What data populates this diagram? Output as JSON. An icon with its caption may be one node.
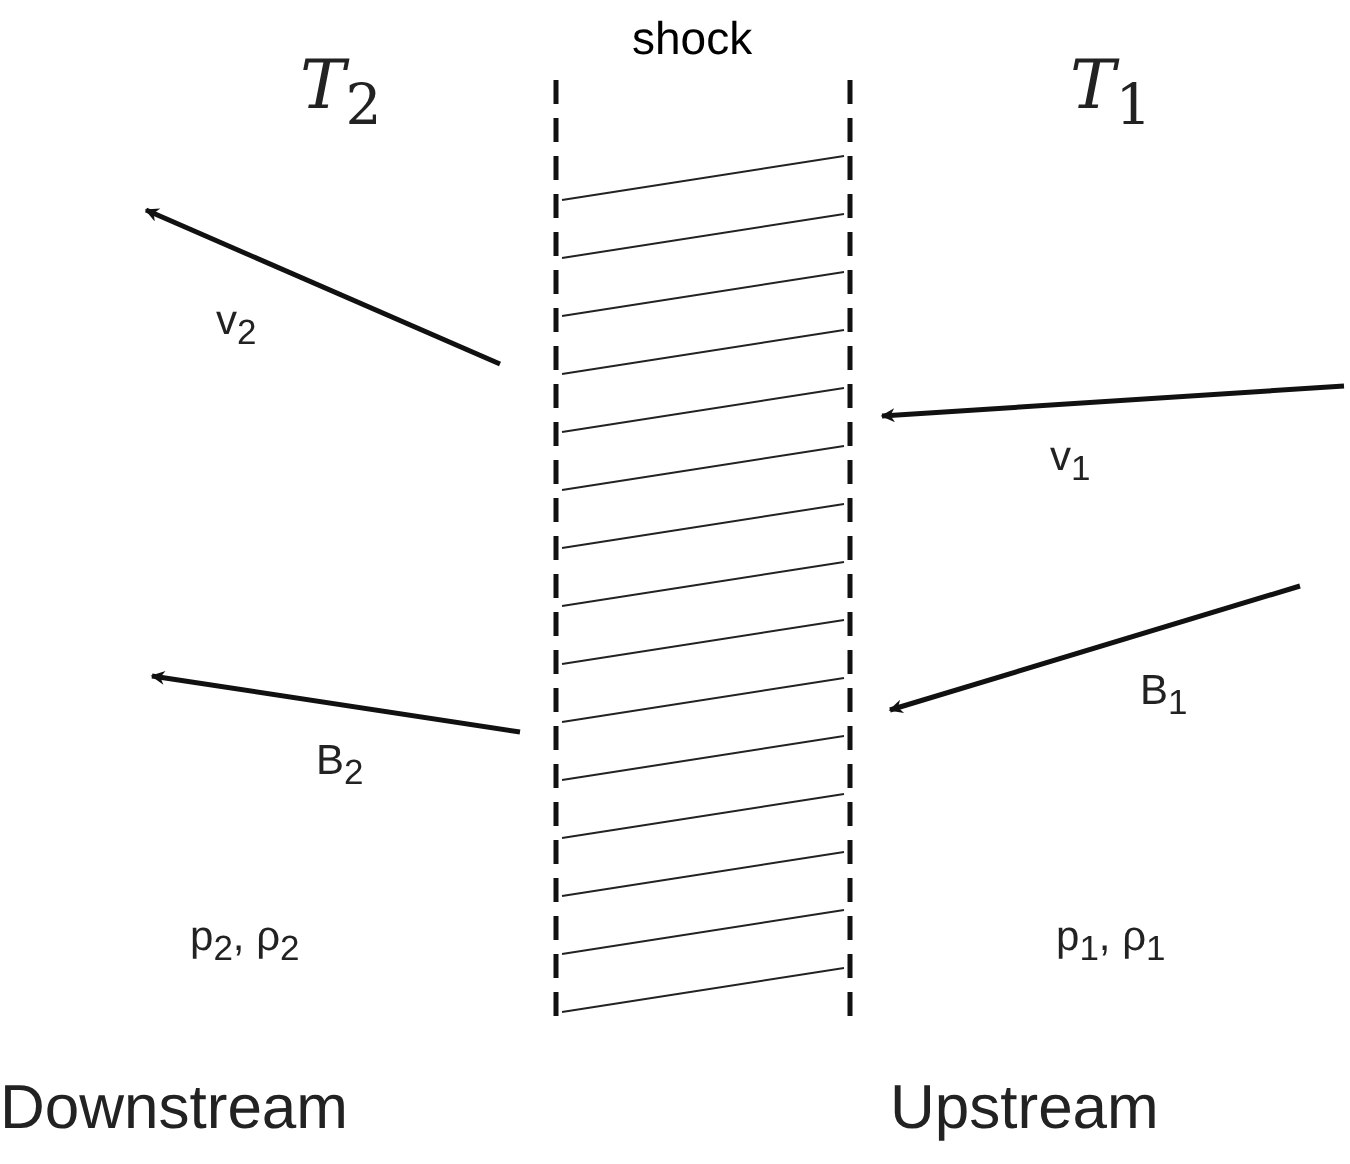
{
  "diagram": {
    "nodes": [
      {
        "text": [
          "shock"
        ]
      }
    ],
    "labels": [
      "*T*$_{2}$",
      "*T*$_{1}$",
      "v$_{2}$",
      "v$_{1}$",
      "B$_{2}$",
      "B$_{1}$",
      "p$_{2}$, ρ$_{2}$",
      "p$_{1}$, ρ$_{1}$",
      "Downstream",
      "Upstream"
    ]
  }
}
